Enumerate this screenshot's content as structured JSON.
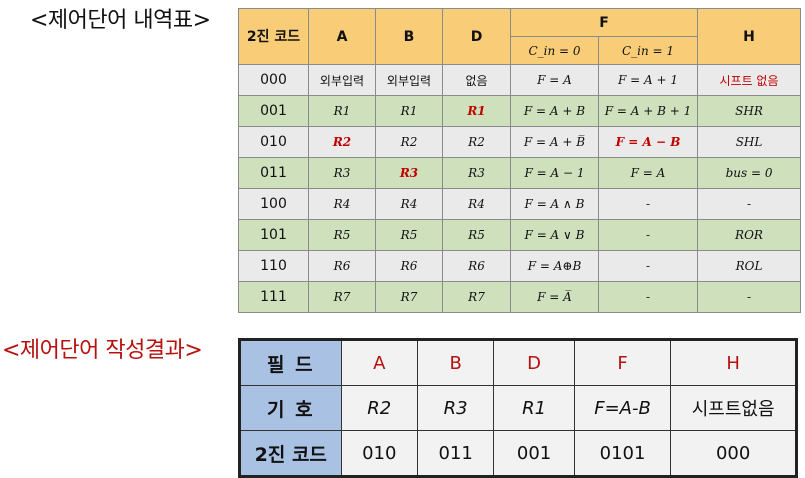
{
  "heading1": "<제어단어 내역표>",
  "heading2": "<제어단어 작성결과>",
  "table1": {
    "header": {
      "code": "2진 코드",
      "a": "A",
      "b": "B",
      "d": "D",
      "f": "F",
      "f_cin0": "C_in = 0",
      "f_cin1": "C_in = 1",
      "h": "H"
    },
    "rows": [
      {
        "code": "000",
        "a": "외부입력",
        "b": "외부입력",
        "d": "없음",
        "f0": "F = A",
        "f1": "F = A + 1",
        "h": "시프트 없음"
      },
      {
        "code": "001",
        "a": "R1",
        "b": "R1",
        "d": "R1",
        "f0": "F = A + B",
        "f1": "F = A + B + 1",
        "h": "SHR"
      },
      {
        "code": "010",
        "a": "R2",
        "b": "R2",
        "d": "R2",
        "f0": "F = A + B̅",
        "f1": "F = A − B",
        "h": "SHL"
      },
      {
        "code": "011",
        "a": "R3",
        "b": "R3",
        "d": "R3",
        "f0": "F = A − 1",
        "f1": "F = A",
        "h": "bus = 0"
      },
      {
        "code": "100",
        "a": "R4",
        "b": "R4",
        "d": "R4",
        "f0": "F = A ∧ B",
        "f1": "-",
        "h": "-"
      },
      {
        "code": "101",
        "a": "R5",
        "b": "R5",
        "d": "R5",
        "f0": "F = A ∨ B",
        "f1": "-",
        "h": "ROR"
      },
      {
        "code": "110",
        "a": "R6",
        "b": "R6",
        "d": "R6",
        "f0": "F = A⊕B",
        "f1": "-",
        "h": "ROL"
      },
      {
        "code": "111",
        "a": "R7",
        "b": "R7",
        "d": "R7",
        "f0": "F = A̅",
        "f1": "-",
        "h": "-"
      }
    ]
  },
  "table2": {
    "row1": {
      "label": "필 드",
      "a": "A",
      "b": "B",
      "d": "D",
      "f": "F",
      "h": "H"
    },
    "row2": {
      "label": "기 호",
      "a": "R2",
      "b": "R3",
      "d": "R1",
      "f": "F=A-B",
      "h": "시프트없음"
    },
    "row3": {
      "label": "2진 코드",
      "a": "010",
      "b": "011",
      "d": "001",
      "f": "0101",
      "h": "000"
    }
  }
}
